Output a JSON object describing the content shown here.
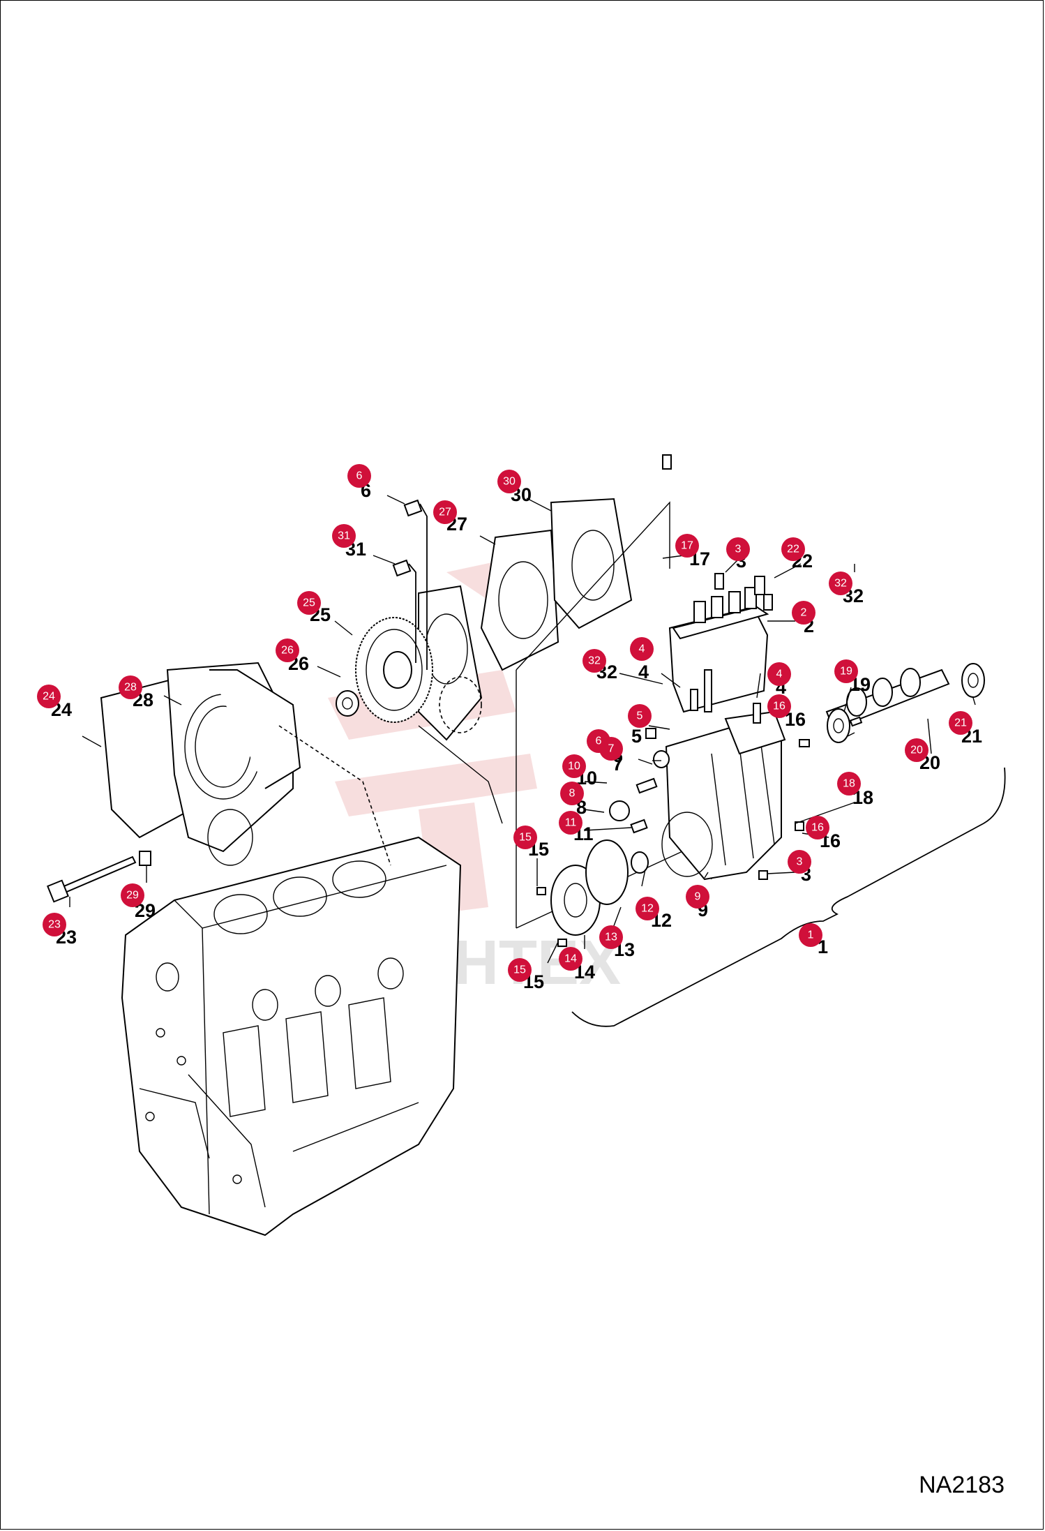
{
  "reference_code": "NA2183",
  "watermark_text": "IHHTEX",
  "badge_color": "#d0103a",
  "callouts": [
    {
      "id": "c6a",
      "label": "6"
    },
    {
      "id": "c30",
      "label": "30"
    },
    {
      "id": "c27",
      "label": "27"
    },
    {
      "id": "c31",
      "label": "31"
    },
    {
      "id": "c17",
      "label": "17"
    },
    {
      "id": "c3a",
      "label": "3"
    },
    {
      "id": "c22",
      "label": "22"
    },
    {
      "id": "c32a",
      "label": "32"
    },
    {
      "id": "c2",
      "label": "2"
    },
    {
      "id": "c25",
      "label": "25"
    },
    {
      "id": "c26",
      "label": "26"
    },
    {
      "id": "c4a",
      "label": "4"
    },
    {
      "id": "c32b",
      "label": "32"
    },
    {
      "id": "c4b",
      "label": "4"
    },
    {
      "id": "c19",
      "label": "19"
    },
    {
      "id": "c16a",
      "label": "16"
    },
    {
      "id": "c24",
      "label": "24"
    },
    {
      "id": "c28",
      "label": "28"
    },
    {
      "id": "c5",
      "label": "5"
    },
    {
      "id": "c6b",
      "label": "6"
    },
    {
      "id": "c7",
      "label": "7"
    },
    {
      "id": "c21",
      "label": "21"
    },
    {
      "id": "c20",
      "label": "20"
    },
    {
      "id": "c10",
      "label": "10"
    },
    {
      "id": "c18",
      "label": "18"
    },
    {
      "id": "c8",
      "label": "8"
    },
    {
      "id": "c11",
      "label": "11"
    },
    {
      "id": "c16b",
      "label": "16"
    },
    {
      "id": "c15a",
      "label": "15"
    },
    {
      "id": "c3b",
      "label": "3"
    },
    {
      "id": "c9",
      "label": "9"
    },
    {
      "id": "c29",
      "label": "29"
    },
    {
      "id": "c12",
      "label": "12"
    },
    {
      "id": "c23",
      "label": "23"
    },
    {
      "id": "c1",
      "label": "1"
    },
    {
      "id": "c13",
      "label": "13"
    },
    {
      "id": "c14",
      "label": "14"
    },
    {
      "id": "c15b",
      "label": "15"
    }
  ]
}
